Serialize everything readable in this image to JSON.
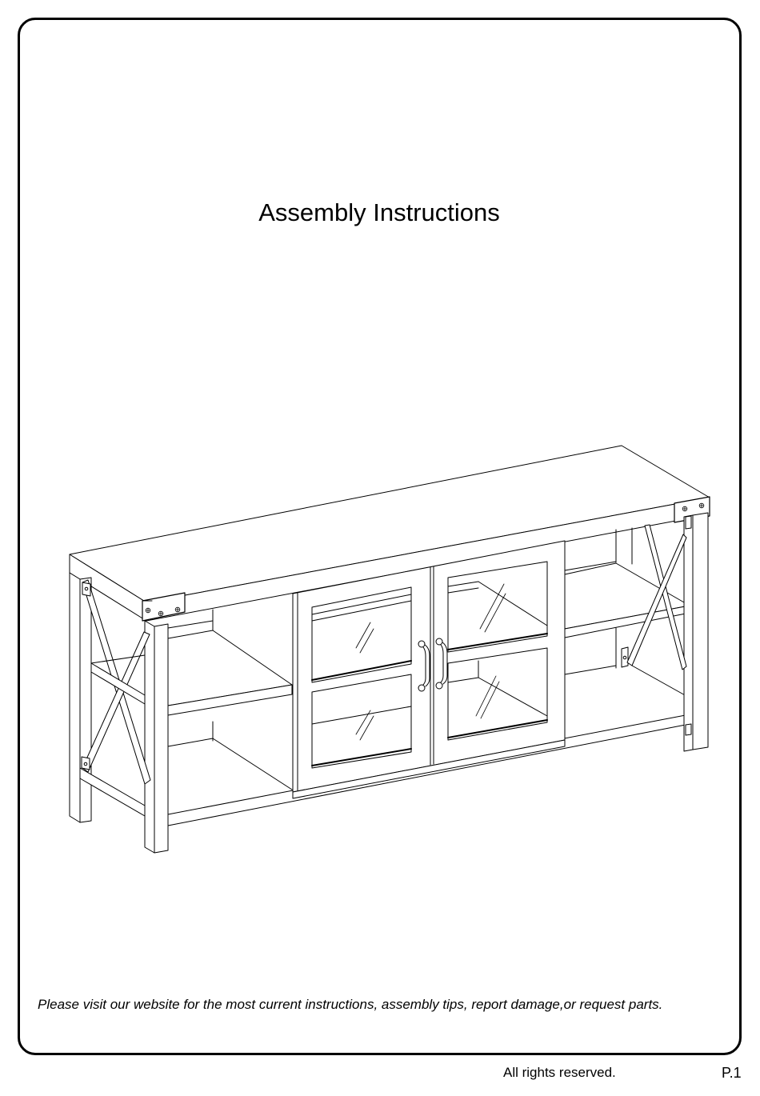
{
  "document": {
    "title": "Assembly Instructions",
    "illustration": {
      "subject": "tv-stand-with-glass-doors",
      "description": "Isometric line drawing of a TV stand with X-braced side frames, open shelves on both sides, and two central glass doors with handles"
    },
    "notice": "Please visit our website for the most current instructions, assembly tips, report damage,or request parts.",
    "footer": {
      "rights": "All rights reserved.",
      "page_number": "P.1"
    }
  },
  "colors": {
    "ink": "#000000",
    "paper": "#ffffff"
  }
}
